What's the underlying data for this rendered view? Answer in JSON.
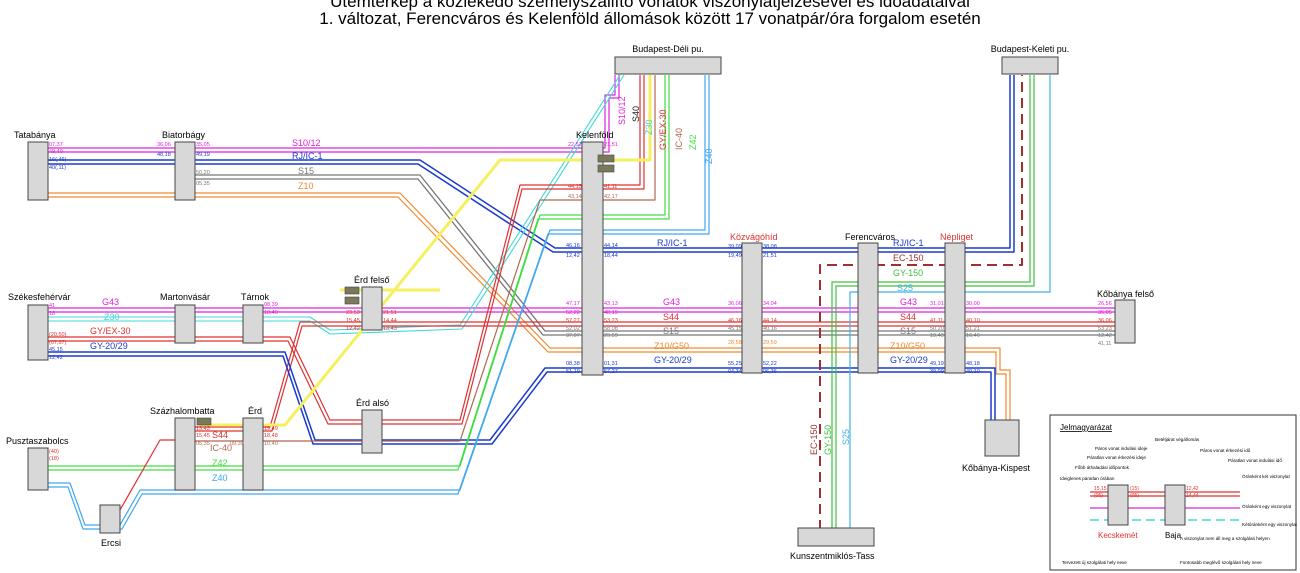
{
  "title": {
    "line1": "Ütemtérkép a közlekedő személyszállító vonatok viszonylatjelzésével és időadataival",
    "line2": "1. változat, Ferencváros és Kelenföld állomások között 17 vonatpár/óra forgalom esetén"
  },
  "stations": {
    "deli": "Budapest-Déli pu.",
    "keleti": "Budapest-Keleti pu.",
    "tatabanya": "Tatabánya",
    "biatorbagy": "Biatorbágy",
    "kelenfold": "Kelenföld",
    "kozvagohid": "Közvágóhíd",
    "ferencvaros": "Ferencváros",
    "nepliget": "Népliget",
    "erd_felso": "Érd felső",
    "szekesfehervar": "Székesfehérvár",
    "martonvasar": "Martonvásár",
    "tarnok": "Tárnok",
    "kobanya_felso": "Kőbánya felső",
    "erd_also": "Érd alsó",
    "szazhalombatta": "Százhalombatta",
    "erd": "Érd",
    "pusztaszabolcs": "Pusztaszabolcs",
    "kobanya_kispest": "Kőbánya-Kispest",
    "ercsi": "Ercsi",
    "kunszentmiklos": "Kunszentmiklós-Tass"
  },
  "lines": {
    "s10_12": "S10/12",
    "rj_ic1": "RJ/IC-1",
    "s15": "S15",
    "z10": "Z10",
    "g43": "G43",
    "z30": "Z30",
    "gy_ex30": "GY/EX-30",
    "gy_20_29": "GY-20/29",
    "s44": "S44",
    "ic40": "IC-40",
    "z42": "Z42",
    "z40": "Z40",
    "z10_g50": "Z10/G50",
    "ec150": "EC-150",
    "gy150": "GY-150",
    "s25": "S25",
    "v_s10_12": "S10/12",
    "v_s40": "S40",
    "v_z30": "Z30",
    "v_gy_ex30": "GY/EX-30",
    "v_ic40": "IC-40",
    "v_z42": "Z42",
    "v_z40": "Z40",
    "v_ec150": "EC-150",
    "v_gy150": "GY-150",
    "v_s25": "S25"
  },
  "times": {
    "tata_a": "07,37",
    "tata_b": "49,49",
    "tata_c": "16(,46)",
    "tata_d": "40(,11)",
    "bia_a": "36,06",
    "bia_b": "35,05",
    "bia_c": "48,18",
    "bia_d": "49,19",
    "bia_e": "50,20",
    "bia_f": "05,35",
    "kel_a": "22,52",
    "kel_b": "21,51",
    "kel_c": "44,15",
    "kel_d": "41,11",
    "kel_e": "43,14",
    "kel_f": "42,17",
    "kel_g": "46,16",
    "kel_h": "44,14",
    "kel_i": "12,42",
    "kel_j": "18,44",
    "kel_k": "47,17",
    "kel_l": "43,13",
    "kel_m": "52,22",
    "kel_n": "48,19",
    "kel_o": "57,27",
    "kel_p": "53,23",
    "kel_q": "52,02",
    "kel_r": "58,08",
    "kel_s": "37,07",
    "kel_t": "29,59",
    "kel_u": "08,38",
    "kel_v": "01,31",
    "kel_w": "51,19",
    "kel_x": "57,27",
    "koz_a": "39,09",
    "koz_b": "38,08",
    "koz_c": "19,49",
    "koz_d": "21,51",
    "koz_e": "36,06",
    "koz_f": "34,04",
    "koz_g": "46,16",
    "koz_h": "44,14",
    "koz_i": "45,15",
    "koz_j": "40,16",
    "koz_k": "28,58",
    "koz_l": "29,59",
    "koz_m": "55,25",
    "koz_n": "52,22",
    "koz_o": "04,34",
    "koz_p": "06,36",
    "nep_a": "31,01",
    "nep_b": "30,00",
    "nep_c": "41,11",
    "nep_d": "40,10",
    "nep_e": "50,20",
    "nep_f": "51,21",
    "nep_g": "19,49",
    "nep_h": "16,46",
    "nep_i": "49,19",
    "nep_j": "48,18",
    "nep_k": "39,09",
    "nep_l": "40,10",
    "kob_a": "26,56",
    "kob_b": "35,05",
    "kob_c": "36,06",
    "kob_d": "53,23",
    "kob_e": "12,42",
    "kob_f": "41,11",
    "szf_a": "41",
    "szf_b": "18",
    "szf_c": "(20,50)",
    "szf_d": "(07,37)",
    "szf_e": "45,15",
    "szf_f": "12,42",
    "erdf_a": "23,53",
    "erdf_b": "21,51",
    "erdf_c": "15,45",
    "erdf_d": "14,44",
    "erdf_e": "12,42",
    "erdf_f": "13,43",
    "tar_a": "08,39",
    "tar_b": "18,40",
    "szh_a": "13,43",
    "szh_b": "15,45",
    "szh_c": "05,35",
    "erd_a": "19,49",
    "erd_b": "18,48",
    "erd_c": "09,39",
    "erd_d": "10,40",
    "pusz_a": "(40)",
    "pusz_b": "(18)"
  },
  "legend": {
    "title": "Jelmagyarázat",
    "l1": "Páros vonat indulási ideje",
    "l2": "Páratlan vonat érkezési ideje",
    "l3": "Főbb áthaladási időpontok",
    "l4": "Ideiglenes páratlan órában",
    "l5": "Betétjárat végállomás",
    "l6": "Páros vonat érkezési idő",
    "l7": "Páratlan vonat indulási idő",
    "l8": "Óránként két viszonylat",
    "l9": "Óránként egy viszonylat",
    "l10": "Kétóránként egy viszonylat",
    "l11": "A viszonylat nem áll meg a szolgálati helyen",
    "l12": "Fontosabb meglévő szolgálati hely neve",
    "l13": "Tervezett új szolgálati hely neve",
    "st1": "Kecskemét",
    "st2": "Baja",
    "t1": "15,15",
    "t2": "(15)",
    "t3": "(05)",
    "t4": "(05)",
    "t5": "12,42",
    "t6": "14,44"
  },
  "colors": {
    "s10_12": "#e020e0",
    "rj_ic1": "#1a3ad0",
    "s15": "#777777",
    "z10": "#f08a30",
    "g43": "#e020e0",
    "z30": "#40d8d8",
    "gy_ex30": "#e03030",
    "s44": "#e03030",
    "ic40": "#b06850",
    "z42": "#40dd40",
    "z40": "#40a8f0",
    "yellow": "#f4f060",
    "ec150": "#a03030",
    "gy150": "#40c040",
    "s25": "#40b0e8",
    "red_station": "#e03030"
  }
}
